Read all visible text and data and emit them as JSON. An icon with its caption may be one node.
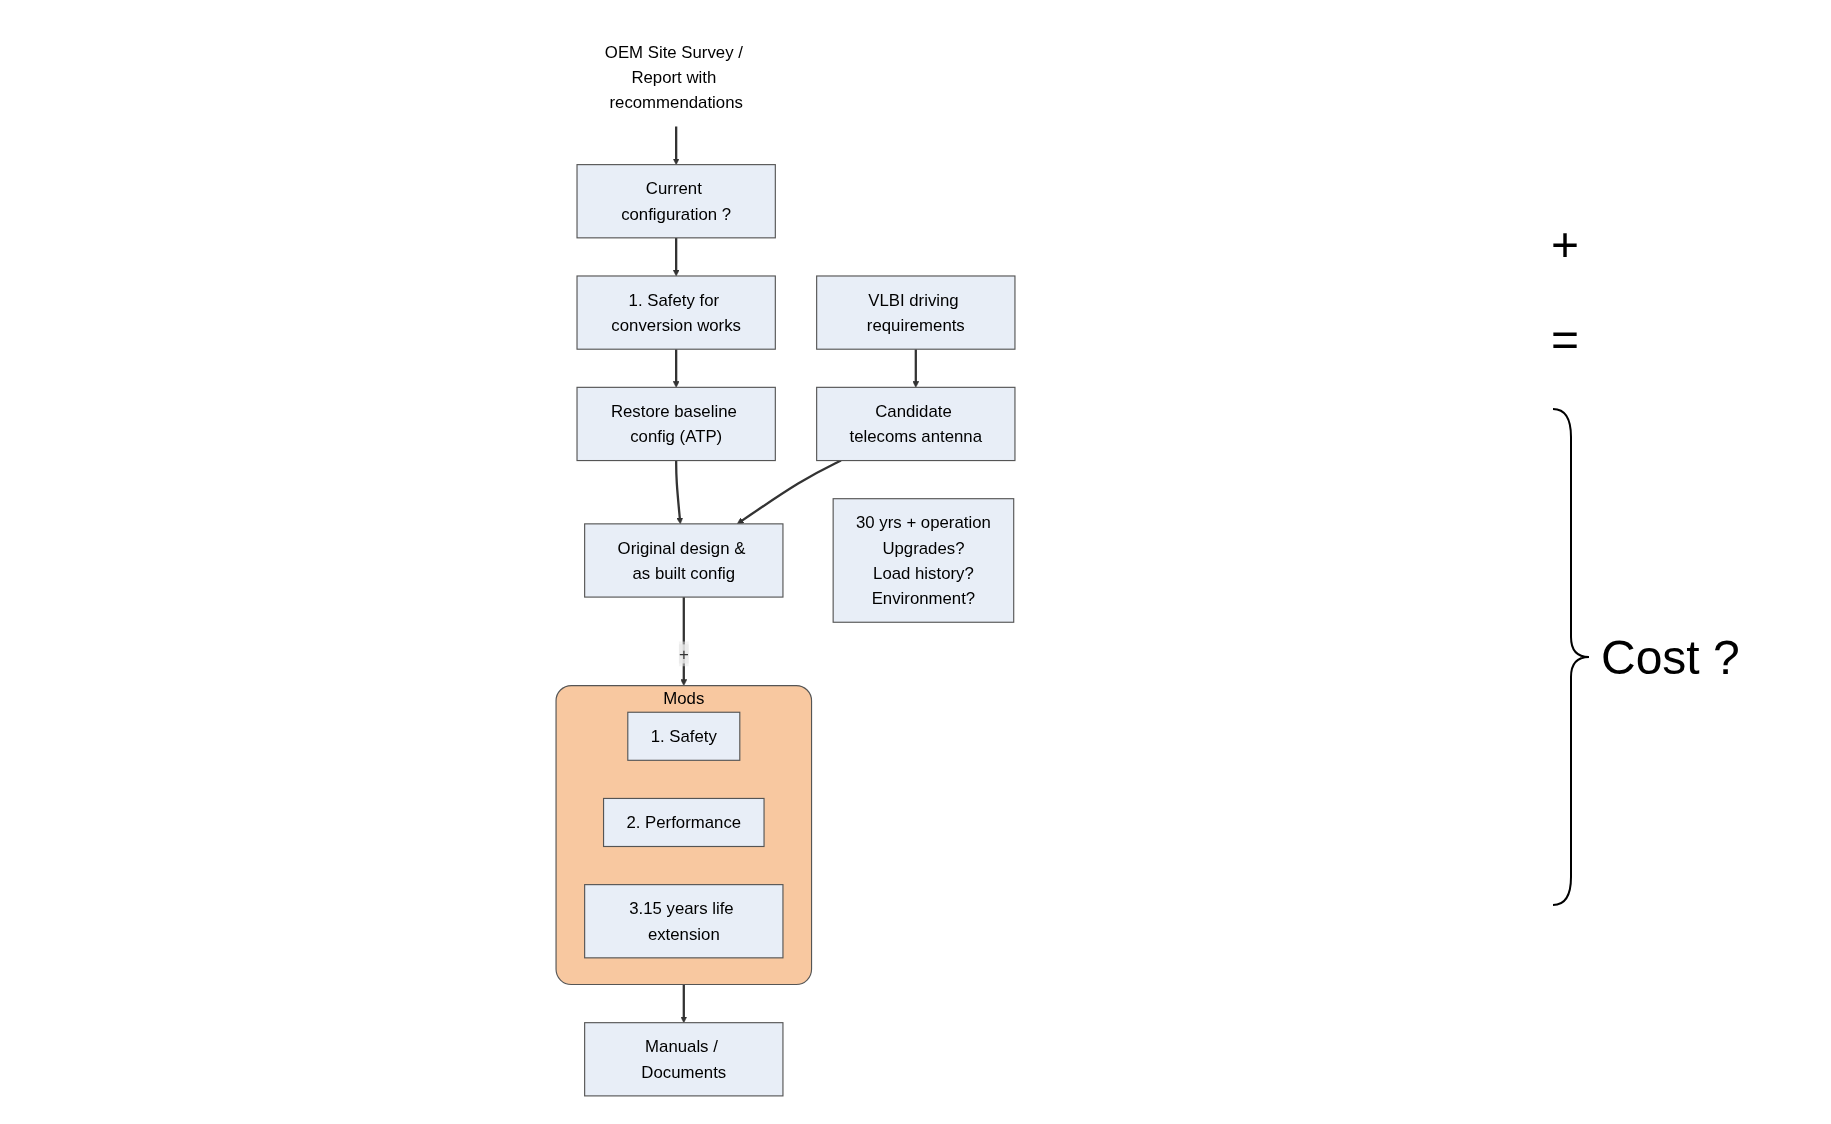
{
  "diagram": {
    "nodes": [
      {
        "text": [
          "VLBI driving requirements"
        ]
      },
      {
        "text": [
          "Candidate telecoms antenna"
        ]
      },
      {
        "text": [
          "Original design & as built config"
        ]
      },
      {
        "text": [
          "30 yrs + operation",
          "Upgrades?",
          "Load history?",
          "Environment?"
        ]
      },
      {
        "text": [
          "OEM Site Survey / Report with recommendations"
        ]
      },
      {
        "text": [
          "Current configuration ?"
        ]
      },
      {
        "text": [
          "1. Safety for conversion works"
        ]
      },
      {
        "text": [
          "Restore baseline config (ATP)"
        ]
      },
      {
        "text": [
          "Mods"
        ]
      },
      {
        "text": [
          "1. Safety"
        ],
        "in": 8
      },
      {
        "text": [
          "2. Performance"
        ],
        "in": 8
      },
      {
        "text": [
          "3.15 years life extension"
        ],
        "in": 8
      },
      {
        "text": [
          "Manuals / Documents"
        ]
      }
    ],
    "edges": [
      {
        "from": 0,
        "to": 1,
        "arrow": "to"
      },
      {
        "from": 1,
        "to": 2,
        "arrow": "to"
      },
      {
        "from": 4,
        "to": 5,
        "arrow": "to"
      },
      {
        "from": 5,
        "to": 6,
        "arrow": "to"
      },
      {
        "from": 6,
        "to": 7,
        "arrow": "to"
      },
      {
        "from": 7,
        "to": 2,
        "arrow": "to"
      },
      {
        "from": 2,
        "to": 8,
        "label": "+",
        "arrow": "to"
      },
      {
        "from": 8,
        "to": 12,
        "arrow": "to"
      }
    ],
    "labels": [
      "+",
      "=",
      "Cost ?"
    ]
  }
}
